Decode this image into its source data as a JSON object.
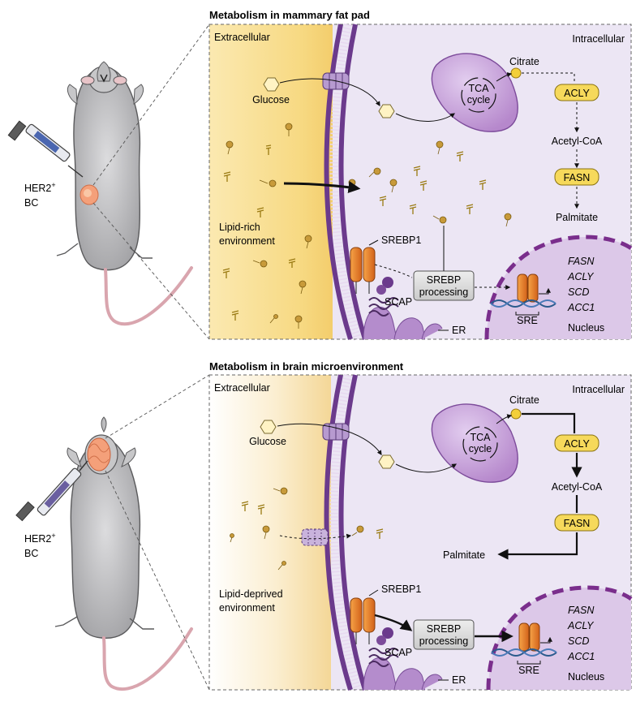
{
  "panels": [
    {
      "title": "Metabolism in mammary fat pad",
      "mouse_label": "HER2",
      "mouse_sup": "+",
      "mouse_label2": "BC",
      "extracellular": "Extracellular",
      "intracellular": "Intracellular",
      "glucose": "Glucose",
      "tca1": "TCA",
      "tca2": "cycle",
      "citrate": "Citrate",
      "acly": "ACLY",
      "acetyl_coa": "Acetyl-CoA",
      "fasn": "FASN",
      "palmitate": "Palmitate",
      "env1": "Lipid-rich",
      "env2": "environment",
      "srebp1": "SREBP1",
      "srebp_proc1": "SREBP",
      "srebp_proc2": "processing",
      "scap": "SCAP",
      "er": "ER",
      "sre": "SRE",
      "nucleus": "Nucleus",
      "genes": [
        "FASN",
        "ACLY",
        "SCD",
        "ACC1"
      ]
    },
    {
      "title": "Metabolism in brain microenvironment",
      "mouse_label": "HER2",
      "mouse_sup": "+",
      "mouse_label2": "BC",
      "extracellular": "Extracellular",
      "intracellular": "Intracellular",
      "glucose": "Glucose",
      "tca1": "TCA",
      "tca2": "cycle",
      "citrate": "Citrate",
      "acly": "ACLY",
      "acetyl_coa": "Acetyl-CoA",
      "fasn": "FASN",
      "palmitate": "Palmitate",
      "env1": "Lipid-deprived",
      "env2": "environment",
      "srebp1": "SREBP1",
      "srebp_proc1": "SREBP",
      "srebp_proc2": "processing",
      "scap": "SCAP",
      "er": "ER",
      "sre": "SRE",
      "nucleus": "Nucleus",
      "genes": [
        "FASN",
        "ACLY",
        "SCD",
        "ACC1"
      ]
    }
  ],
  "colors": {
    "extracellular_yellow": "#f7dc8c",
    "cytoplasm_lavender": "#ece6f4",
    "membrane_purple": "#6b3a8c",
    "mitochondria": "#c39bd6",
    "enzyme_box": "#f6d95b",
    "srebp_orange": "#e8781f",
    "mouse_gray": "#b9b9bb",
    "nucleus_fill": "#dcc8e8"
  }
}
